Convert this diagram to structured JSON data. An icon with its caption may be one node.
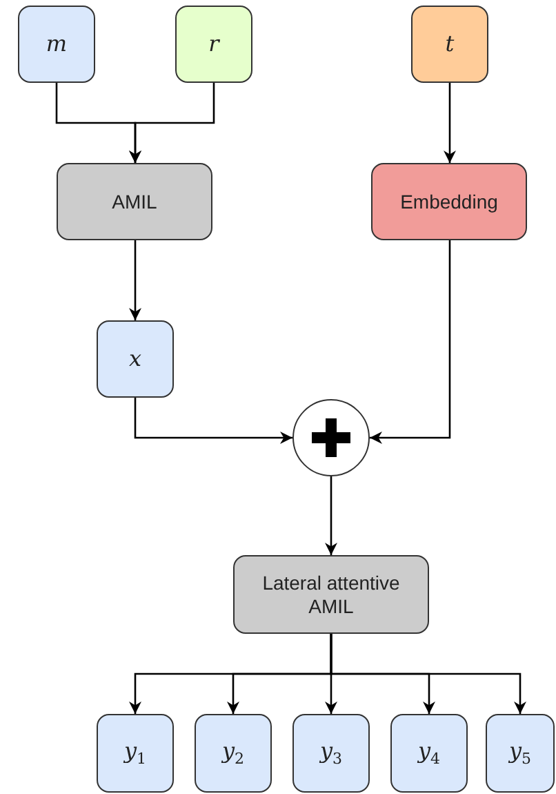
{
  "diagram": {
    "nodes": [
      {
        "text": [
          "m"
        ]
      },
      {
        "text": [
          "r"
        ]
      },
      {
        "text": [
          "t"
        ]
      },
      {
        "text": [
          "AMIL"
        ]
      },
      {
        "text": [
          "Embedding"
        ]
      },
      {
        "text": [
          "x"
        ]
      },
      {
        "text": [],
        "shape": "circle"
      },
      {
        "text": [
          "Lateral attentive AMIL"
        ]
      },
      {
        "text": [
          "y$_{1}$"
        ]
      },
      {
        "text": [
          "y$_{2}$"
        ]
      },
      {
        "text": [
          "y$_{3}$"
        ]
      },
      {
        "text": [
          "y$_{4}$"
        ]
      },
      {
        "text": [
          "y$_{5}$"
        ]
      }
    ],
    "edges": [
      {
        "from": 0,
        "to": 3,
        "arrow": "to"
      },
      {
        "from": 1,
        "to": 3,
        "arrow": "to"
      },
      {
        "from": 2,
        "to": 4,
        "arrow": "to"
      },
      {
        "from": 3,
        "to": 5,
        "arrow": "to"
      },
      {
        "from": 5,
        "to": 6,
        "arrow": "to"
      },
      {
        "from": 4,
        "to": 6,
        "arrow": "to"
      },
      {
        "from": 6,
        "to": 7,
        "arrow": "to"
      },
      {
        "from": 7,
        "to": 8,
        "arrow": "to"
      },
      {
        "from": 7,
        "to": 9,
        "arrow": "to"
      },
      {
        "from": 7,
        "to": 10,
        "arrow": "to"
      },
      {
        "from": 7,
        "to": 11,
        "arrow": "to"
      },
      {
        "from": 7,
        "to": 12,
        "arrow": "to"
      }
    ]
  }
}
